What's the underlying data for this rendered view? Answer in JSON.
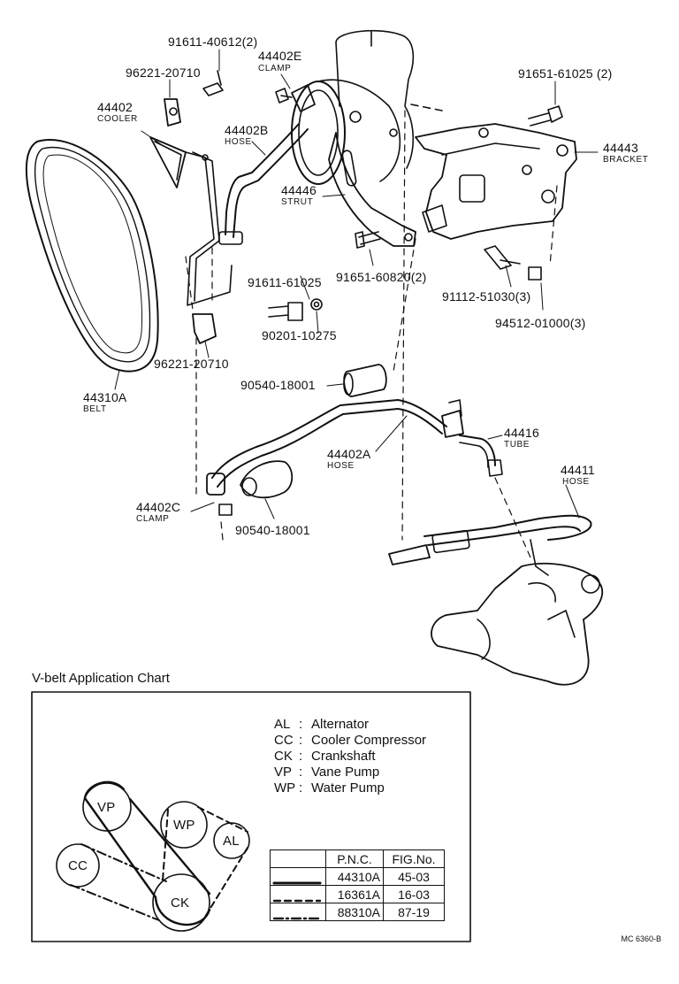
{
  "parts": [
    {
      "id": "bolt_top",
      "number": "91611-40612(2)"
    },
    {
      "id": "clamp_e",
      "number": "44402E",
      "name": "CLAMP"
    },
    {
      "id": "bracket_clip_top",
      "number": "96221-20710"
    },
    {
      "id": "cooler",
      "number": "44402",
      "name": "COOLER"
    },
    {
      "id": "hose_b",
      "number": "44402B",
      "name": "HOSE"
    },
    {
      "id": "bolt_right",
      "number": "91651-61025 (2)"
    },
    {
      "id": "bracket",
      "number": "44443",
      "name": "BRACKET"
    },
    {
      "id": "strut",
      "number": "44446",
      "name": "STRUT"
    },
    {
      "id": "bolt_mid",
      "number": "91611-61025"
    },
    {
      "id": "bolt_strut",
      "number": "91651-60820(2)"
    },
    {
      "id": "stud",
      "number": "91112-51030(3)"
    },
    {
      "id": "washer",
      "number": "90201-10275"
    },
    {
      "id": "nut",
      "number": "94512-01000(3)"
    },
    {
      "id": "clip_lower",
      "number": "96221-20710"
    },
    {
      "id": "belt",
      "number": "44310A",
      "name": "BELT"
    },
    {
      "id": "sleeve_top",
      "number": "90540-18001"
    },
    {
      "id": "tube",
      "number": "44416",
      "name": "TUBE"
    },
    {
      "id": "hose_a",
      "number": "44402A",
      "name": "HOSE"
    },
    {
      "id": "hose_411",
      "number": "44411",
      "name": "HOSE"
    },
    {
      "id": "clamp_c",
      "number": "44402C",
      "name": "CLAMP"
    },
    {
      "id": "sleeve_bottom",
      "number": "90540-18001"
    }
  ],
  "vbelt_chart": {
    "title": "V-belt Application Chart",
    "legend": [
      {
        "abbr": "AL",
        "text": "Alternator"
      },
      {
        "abbr": "CC",
        "text": "Cooler Compressor"
      },
      {
        "abbr": "CK",
        "text": "Crankshaft"
      },
      {
        "abbr": "VP",
        "text": "Vane Pump"
      },
      {
        "abbr": "WP",
        "text": "Water Pump"
      }
    ],
    "pulleys": [
      "VP",
      "WP",
      "AL",
      "CC",
      "CK"
    ],
    "table": {
      "headers": [
        "P.N.C.",
        "FIG.No."
      ],
      "rows": [
        {
          "line_style": "solid",
          "pnc": "44310A",
          "fig": "45-03"
        },
        {
          "line_style": "dashed",
          "pnc": "16361A",
          "fig": "16-03"
        },
        {
          "line_style": "dash-dot",
          "pnc": "88310A",
          "fig": "87-19"
        }
      ]
    }
  },
  "ref_code": "MC 6360-B"
}
